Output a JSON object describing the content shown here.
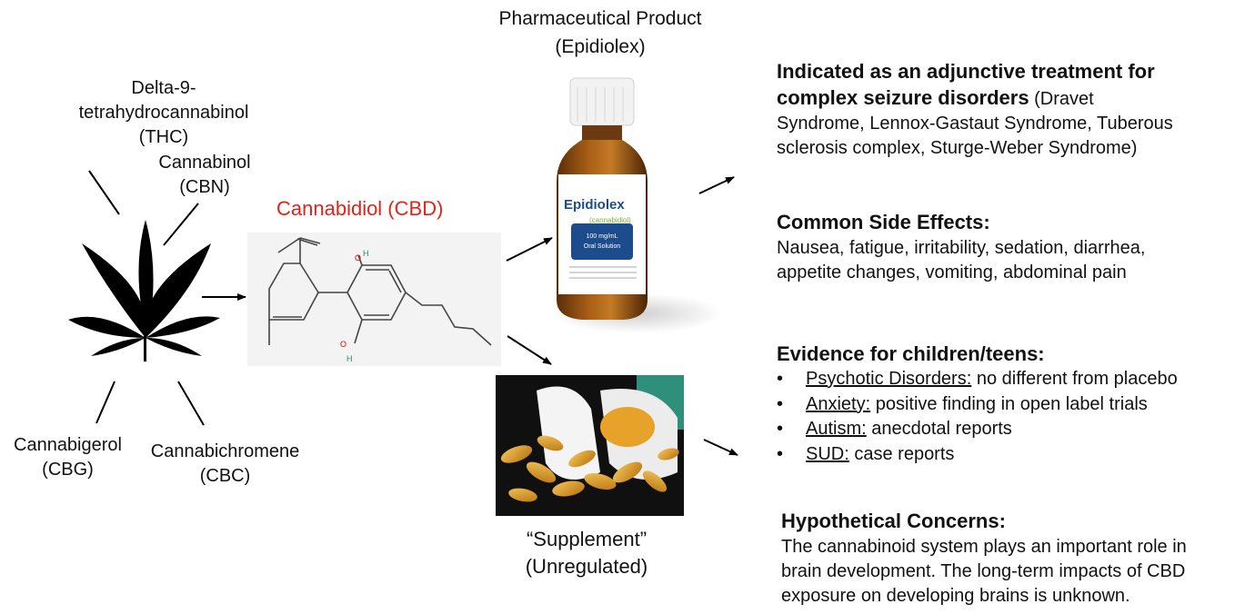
{
  "pharma": {
    "title": "Pharmaceutical Product",
    "subtitle": "(Epidiolex)"
  },
  "cannabinoids": {
    "thc": {
      "line1": "Delta-9-",
      "line2": "tetrahydrocannabinol",
      "line3": "(THC)"
    },
    "cbn": {
      "line1": "Cannabinol",
      "line2": "(CBN)"
    },
    "cbg": {
      "line1": "Cannabigerol",
      "line2": "(CBG)"
    },
    "cbc": {
      "line1": "Cannabichromene",
      "line2": "(CBC)"
    }
  },
  "cbd_label": "Cannabidiol (CBD)",
  "supplement": {
    "line1": "“Supplement”",
    "line2": "(Unregulated)"
  },
  "bottle": {
    "brand": "Epidiolex",
    "generic": "(cannabidiol)",
    "strength": "100 mg/mL",
    "form": "Oral Solution"
  },
  "indication": {
    "heading_line1": "Indicated as an adjunctive treatment  for",
    "heading_line2": "complex seizure disorders",
    "detail_start": "(Dravet",
    "line2": "Syndrome, Lennox-Gastaut Syndrome, Tuberous",
    "line3": "sclerosis complex, Sturge-Weber Syndrome)"
  },
  "side_effects": {
    "heading": "Common Side Effects:",
    "line1": "Nausea, fatigue, irritability, sedation, diarrhea,",
    "line2": "appetite changes, vomiting, abdominal pain"
  },
  "evidence": {
    "heading": "Evidence for children/teens:",
    "items": [
      {
        "bullet": "•",
        "term": "Psychotic Disorders:",
        "text": " no different from placebo"
      },
      {
        "bullet": "•",
        "term": "Anxiety:",
        "text": " positive finding in open label trials"
      },
      {
        "bullet": "•",
        "term": "Autism:",
        "text": " anecdotal reports"
      },
      {
        "bullet": "•",
        "term": "SUD:",
        "text": " case reports"
      }
    ]
  },
  "concerns": {
    "heading": "Hypothetical Concerns:",
    "line1": "The cannabinoid system plays an important role in",
    "line2": "brain development. The long-term impacts of CBD",
    "line3": "exposure on developing brains is unknown."
  },
  "molecule_atoms": {
    "o1": "O",
    "h1": "H",
    "o2": "O",
    "h2": "H"
  },
  "colors": {
    "cbd_red": "#e0241b",
    "bottle_amber": "#8a4a12",
    "label_blue": "#1d4c8c",
    "accent_green": "#8cc63f",
    "capsule_gold": "#d99a1f"
  }
}
